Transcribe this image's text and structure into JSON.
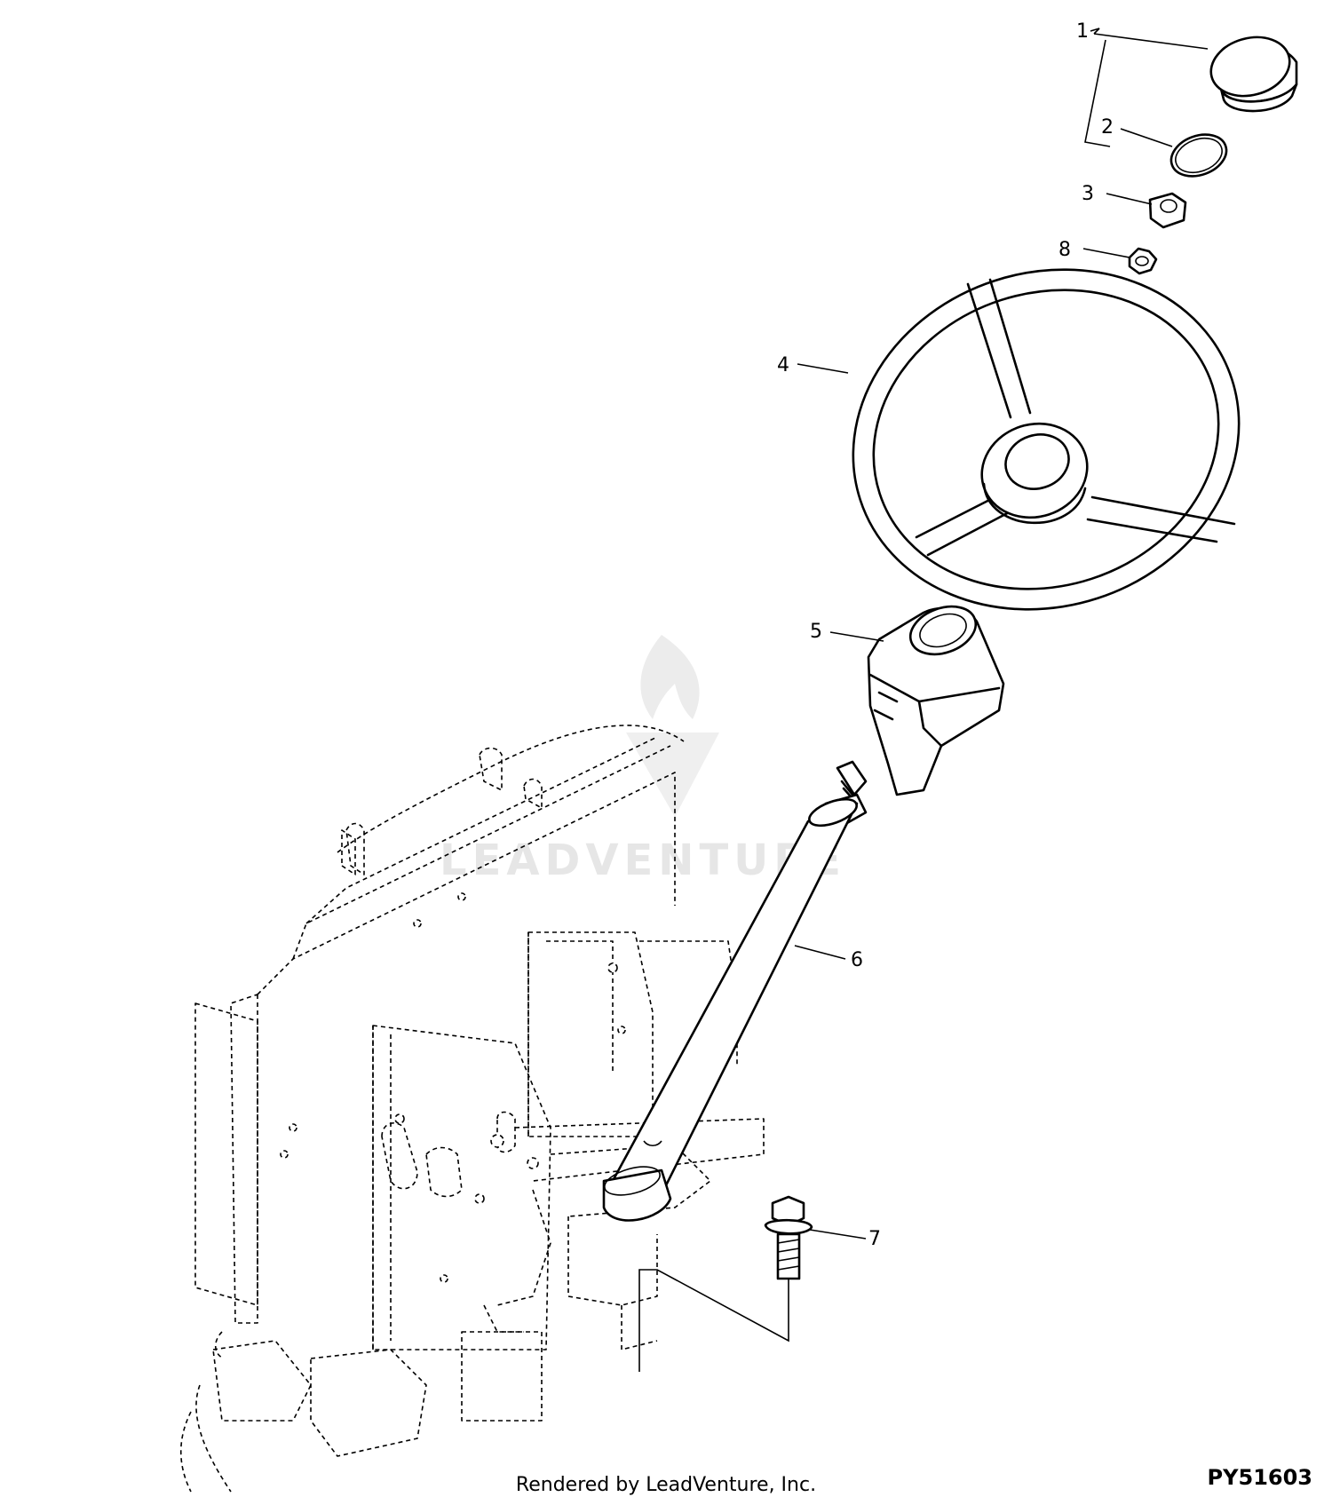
{
  "callouts": [
    "1",
    "2",
    "3",
    "8",
    "4",
    "5",
    "6",
    "7"
  ],
  "figure_id": "PY51603",
  "footer_text": "Rendered by LeadVenture, Inc.",
  "watermark_text": "LEADVENTURE"
}
